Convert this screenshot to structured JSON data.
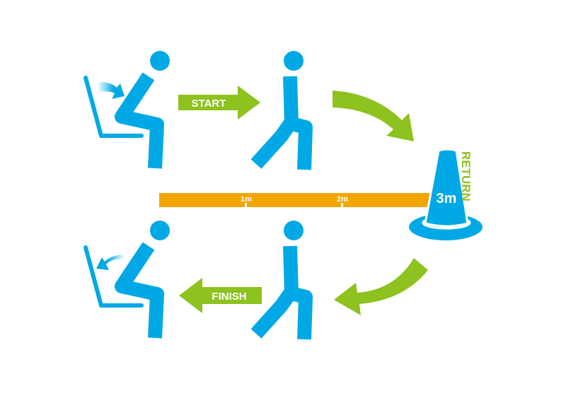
{
  "labels": {
    "start": "START",
    "finish": "FINISH",
    "return": "RETURN",
    "distance_1": "1m",
    "distance_2": "2m",
    "distance_3": "3m"
  },
  "colors": {
    "figure": "#00a9e6",
    "arrow": "#8dc21f",
    "track": "#f3a600",
    "text_on_shape": "#ffffff"
  }
}
